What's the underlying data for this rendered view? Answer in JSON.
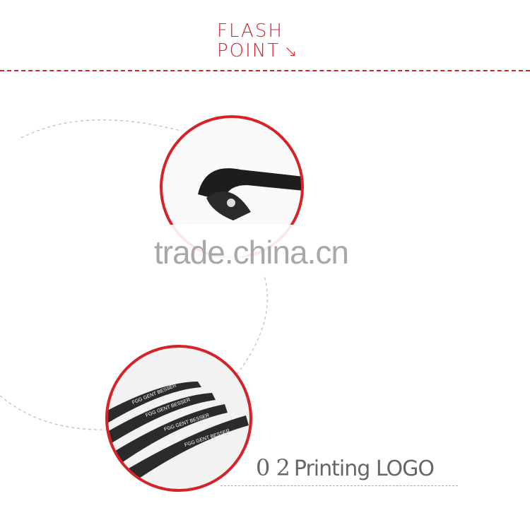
{
  "header": {
    "line1": "FLASH",
    "line2": "POINT",
    "arrow_icon": "arrow-down-right"
  },
  "watermark": "trade.china.cn",
  "feature": {
    "number": "0 2",
    "label": "Printing LOGO"
  },
  "product_logo_text": "FGG GENT BESSER",
  "colors": {
    "accent": "#d5232a",
    "caption": "#666666",
    "product": "#2a2a2a"
  }
}
